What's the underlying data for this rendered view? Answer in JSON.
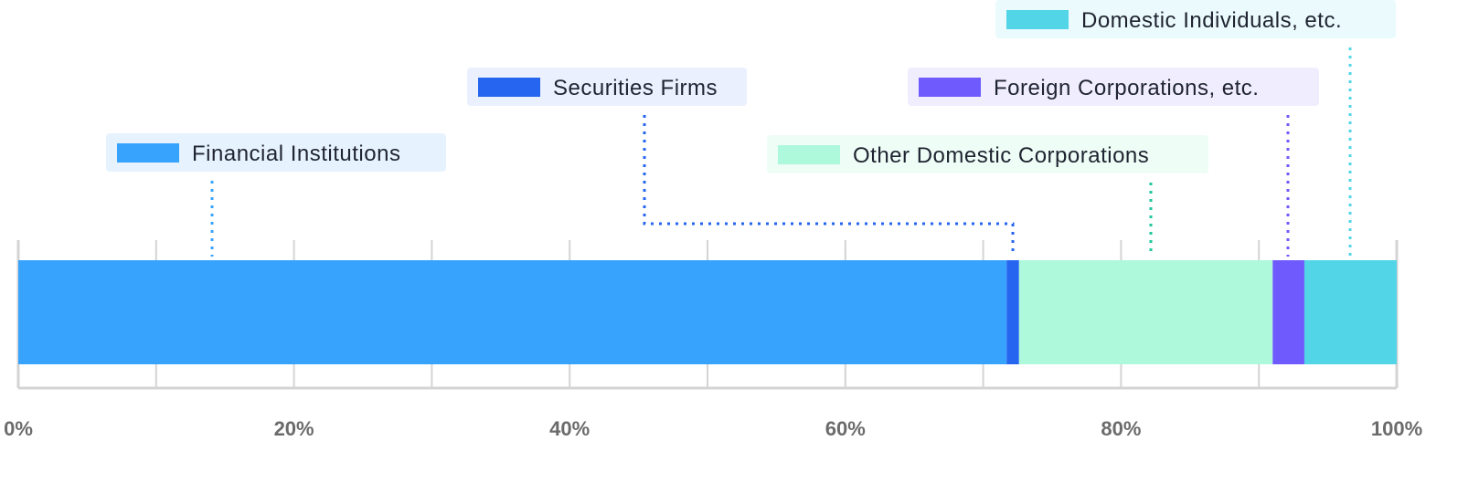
{
  "chart_data": {
    "type": "bar",
    "orientation": "horizontal-stacked-100",
    "xlim": [
      0,
      100
    ],
    "ticks": [
      0,
      10,
      20,
      30,
      40,
      50,
      60,
      70,
      80,
      90,
      100
    ],
    "tick_labels": [
      "0%",
      "20%",
      "40%",
      "60%",
      "80%",
      "100%"
    ],
    "tick_label_values": [
      0,
      20,
      40,
      60,
      80,
      100
    ],
    "series": [
      {
        "name": "Financial Institutions",
        "value": 71.7,
        "color": "#38a3fd",
        "label_bg": "#e6f3fe",
        "leader_color": "#38a3fd"
      },
      {
        "name": "Securities Firms",
        "value": 0.9,
        "color": "#2665ef",
        "label_bg": "#eaf0fd",
        "leader_color": "#2665ef"
      },
      {
        "name": "Other Domestic Corporations",
        "value": 18.4,
        "color": "#aef8dc",
        "label_bg": "#eefdf6",
        "leader_color": "#1fc79b"
      },
      {
        "name": "Foreign Corporations, etc.",
        "value": 2.3,
        "color": "#6f5bfd",
        "label_bg": "#f0eefe",
        "leader_color": "#6f5bfd"
      },
      {
        "name": "Domestic Individuals, etc.",
        "value": 6.7,
        "color": "#52d5e7",
        "label_bg": "#ebfafd",
        "leader_color": "#52d5e7"
      }
    ],
    "grid": true,
    "legend": "callout-labels-above"
  }
}
